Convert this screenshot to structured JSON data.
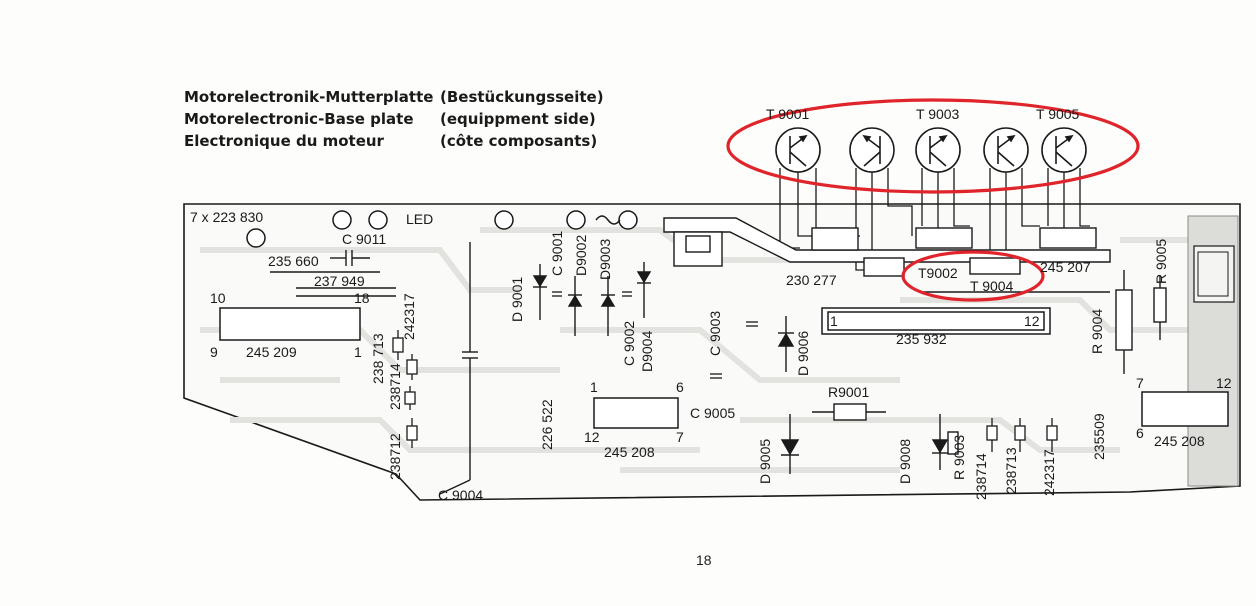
{
  "caption": {
    "left": [
      "Motorelectronik-Mutterplatte",
      "Motorelectronic-Base plate",
      "Electronique du moteur"
    ],
    "right": [
      "(Bestückungsseite)",
      "(equippment side)",
      "(côte composants)"
    ]
  },
  "labels": {
    "t9001": "T 9001",
    "t9003": "T 9003",
    "t9005": "T 9005",
    "t9002": "T9002",
    "t9004": "T 9004",
    "p223830": "7 x 223 830",
    "led": "LED",
    "c9011": "C 9011",
    "p235660": "235 660",
    "p237949": "237 949",
    "n10": "10",
    "n18": "18",
    "n9": "9",
    "p245209": "245 209",
    "n1a": "1",
    "p238713": "238 713",
    "p242317a": "242317",
    "p238714a": "238714",
    "p238712": "238712",
    "d9001": "D 9001",
    "c9001": "C 9001",
    "d9002": "D9002",
    "d9003": "D9003",
    "c9002": "C 9002",
    "d9004": "D9004",
    "p226522": "226 522",
    "c9003": "C 9003",
    "n1b": "1",
    "n6a": "6",
    "c9005": "C 9005",
    "n12a": "12",
    "n7a": "7",
    "p245208a": "245 208",
    "d9006": "D 9006",
    "d9005": "D 9005",
    "p230277": "230 277",
    "p245207": "245 207",
    "n1c": "1",
    "n12b": "12",
    "p235932": "235 932",
    "r9001": "R9001",
    "d9008": "D 9008",
    "r9003": "R 9003",
    "p238714b": "238714",
    "p238713b": "238713",
    "p242317b": "242317",
    "p235509": "235509",
    "r9004": "R 9004",
    "r9005": "R 9005",
    "n7b": "7",
    "n12c": "12",
    "n6b": "6",
    "p245208b": "245 208",
    "c9004": "C 9004"
  },
  "page_number": "18",
  "colors": {
    "ink": "#1a1a1a",
    "highlight": "#e0242b",
    "paper": "#fdfdfb",
    "trace": "#ececea"
  }
}
